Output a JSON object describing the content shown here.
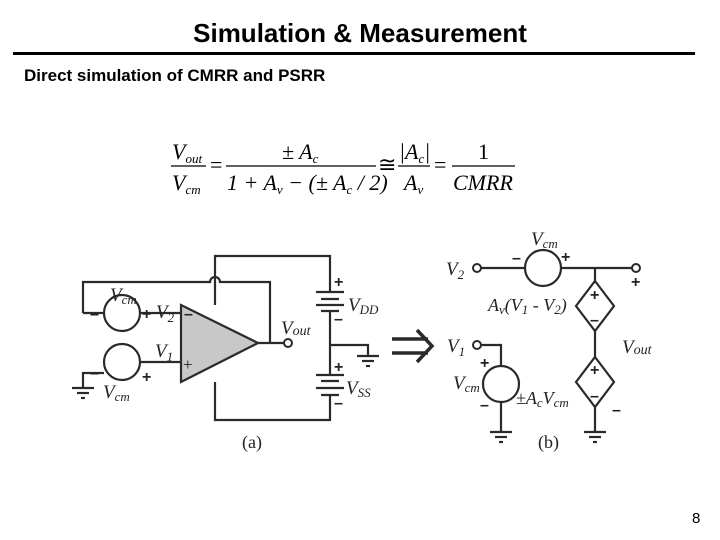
{
  "slide": {
    "title": "Simulation & Measurement",
    "subtitle": "Direct simulation of CMRR and PSRR",
    "page_number": "8"
  },
  "equation": {
    "lhs_num": "V",
    "lhs_num_sub": "out",
    "lhs_den": "V",
    "lhs_den_sub": "cm",
    "eq1": "=",
    "mid_num": "± A",
    "mid_num_sub": "c",
    "mid_den_a": "1 + A",
    "mid_den_a_sub": "v",
    "mid_den_b": " − (± A",
    "mid_den_b_sub": "c",
    "mid_den_c": " / 2)",
    "approx": "≅",
    "abs_num": "|A",
    "abs_num_sub": "c",
    "abs_num_close": "|",
    "abs_den": "A",
    "abs_den_sub": "v",
    "eq2": "=",
    "rhs_num": "1",
    "rhs_den": "CMRR"
  },
  "circuit_a": {
    "caption": "(a)",
    "source_top": {
      "label": "V",
      "label_sub": "cm",
      "minus": "–",
      "plus": "+"
    },
    "source_bottom": {
      "label": "V",
      "label_sub": "cm",
      "minus": "–",
      "plus": "+"
    },
    "input_v2": {
      "label": "V",
      "label_sub": "2"
    },
    "input_v1": {
      "label": "V",
      "label_sub": "1"
    },
    "opamp_inverting": "–",
    "opamp_noninverting": "+",
    "output": {
      "label": "V",
      "label_sub": "out"
    },
    "vdd": {
      "label": "V",
      "label_sub": "DD",
      "plus": "+",
      "minus": "–"
    },
    "vss": {
      "label": "V",
      "label_sub": "SS",
      "plus": "+",
      "minus": "–"
    }
  },
  "arrow_symbol": "⇒",
  "circuit_b": {
    "caption": "(b)",
    "terminal_v2": {
      "label": "V",
      "label_sub": "2"
    },
    "source_top": {
      "label": "V",
      "label_sub": "cm",
      "minus": "–",
      "plus": "+"
    },
    "output_plus": "+",
    "output_minus": "–",
    "dep_source_diff": {
      "label_a": "A",
      "label_a_sub": "v",
      "label_b": "(V",
      "label_b_sub1": "1",
      "label_c": " - V",
      "label_c_sub2": "2",
      "label_d": ")",
      "plus": "+",
      "minus": "–"
    },
    "output": {
      "label": "V",
      "label_sub": "out"
    },
    "terminal_v1": {
      "label": "V",
      "label_sub": "1"
    },
    "source_bottom": {
      "label": "V",
      "label_sub": "cm",
      "plus": "+",
      "minus": "–"
    },
    "dep_source_cm": {
      "label_a": "±A",
      "label_a_sub": "c",
      "label_b": "V",
      "label_b_sub": "cm",
      "plus": "+",
      "minus": "–"
    }
  }
}
